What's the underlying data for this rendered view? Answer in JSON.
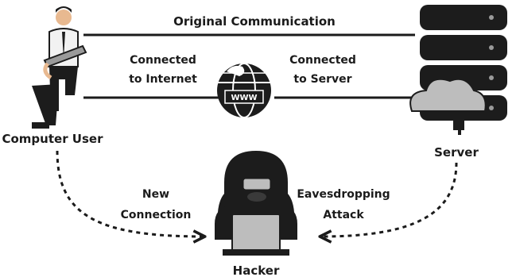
{
  "labels": {
    "top_line": "Original Communication",
    "left_mid_1": "Connected",
    "left_mid_2": "to Internet",
    "right_mid_1": "Connected",
    "right_mid_2": "to Server",
    "globe_text": "WWW",
    "computer_user": "Computer User",
    "server": "Server",
    "new_connection_1": "New",
    "new_connection_2": "Connection",
    "eavesdrop_1": "Eavesdropping",
    "eavesdrop_2": "Attack",
    "hacker": "Hacker"
  },
  "colors": {
    "ink": "#1b1b1b",
    "server_dark": "#1c1c1c",
    "cloud_gray": "#bdbdbd",
    "skin": "#e8b990",
    "laptop_gray": "#9a9a9a",
    "shirt": "#f2f2f2"
  }
}
